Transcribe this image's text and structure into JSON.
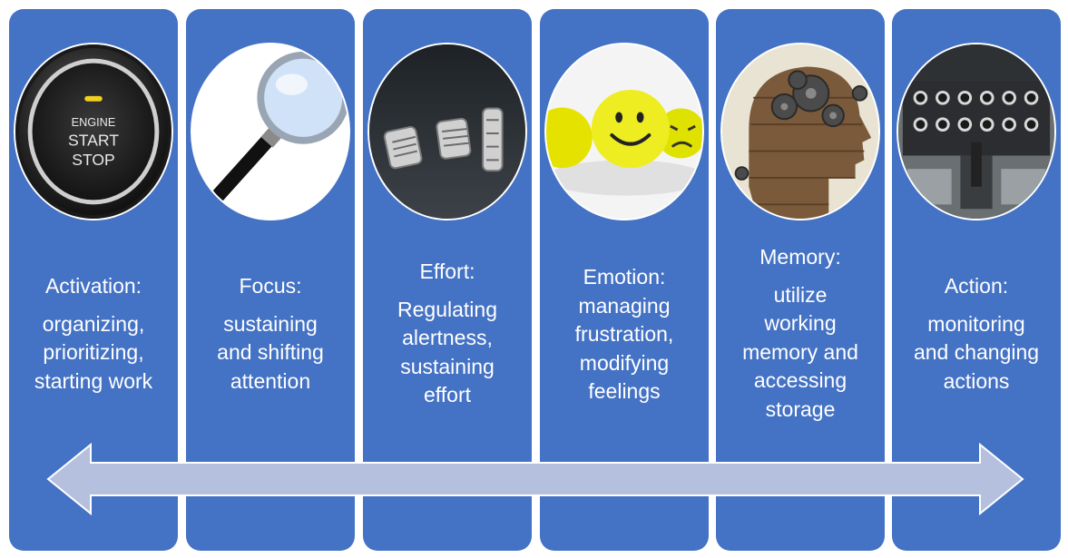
{
  "panels": [
    {
      "title": "Activation:",
      "desc": [
        "organizing,",
        "prioritizing,",
        "starting work"
      ],
      "image": "engine-start-button",
      "image_text": [
        "ENGINE",
        "START",
        "STOP"
      ]
    },
    {
      "title": "Focus:",
      "desc": [
        "sustaining",
        "and shifting",
        "attention"
      ],
      "image": "magnifying-glass"
    },
    {
      "title": "Effort:",
      "desc": [
        "Regulating",
        "alertness,",
        "sustaining",
        "effort"
      ],
      "image": "car-pedals"
    },
    {
      "title": "Emotion:",
      "desc": [
        "managing",
        "frustration,",
        "modifying",
        "feelings"
      ],
      "image": "smiley-faces"
    },
    {
      "title": "Memory:",
      "desc": [
        "utilize",
        "working",
        "memory and",
        "accessing",
        "storage"
      ],
      "image": "gears-head"
    },
    {
      "title": "Action:",
      "desc": [
        "monitoring",
        "and changing",
        "actions"
      ],
      "image": "cockpit-controls"
    }
  ],
  "colors": {
    "panel": "#4472c4",
    "arrow": "#b4c0de",
    "text": "#ffffff"
  }
}
